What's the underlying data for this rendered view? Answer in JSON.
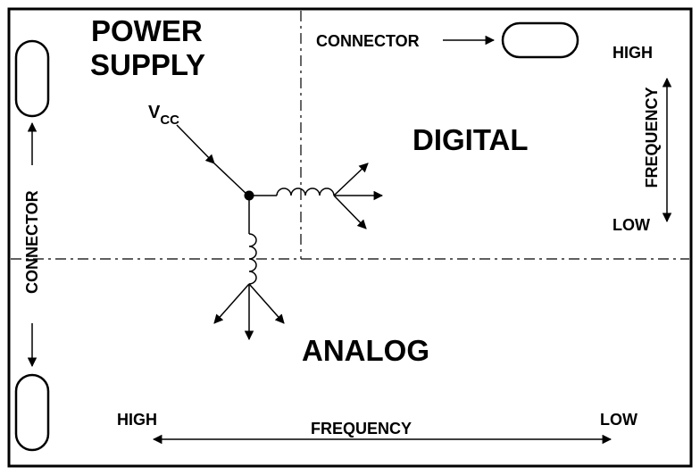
{
  "regions": {
    "power_supply_line1": "POWER",
    "power_supply_line2": "SUPPLY",
    "digital": "DIGITAL",
    "analog": "ANALOG"
  },
  "labels": {
    "vcc_main": "V",
    "vcc_sub": "CC",
    "connector_top": "CONNECTOR",
    "connector_left": "CONNECTOR"
  },
  "frequency_right": {
    "high": "HIGH",
    "axis": "FREQUENCY",
    "low": "LOW"
  },
  "frequency_bottom": {
    "high": "HIGH",
    "axis": "FREQUENCY",
    "low": "LOW"
  },
  "colors": {
    "ink": "#000000",
    "background": "#ffffff"
  }
}
